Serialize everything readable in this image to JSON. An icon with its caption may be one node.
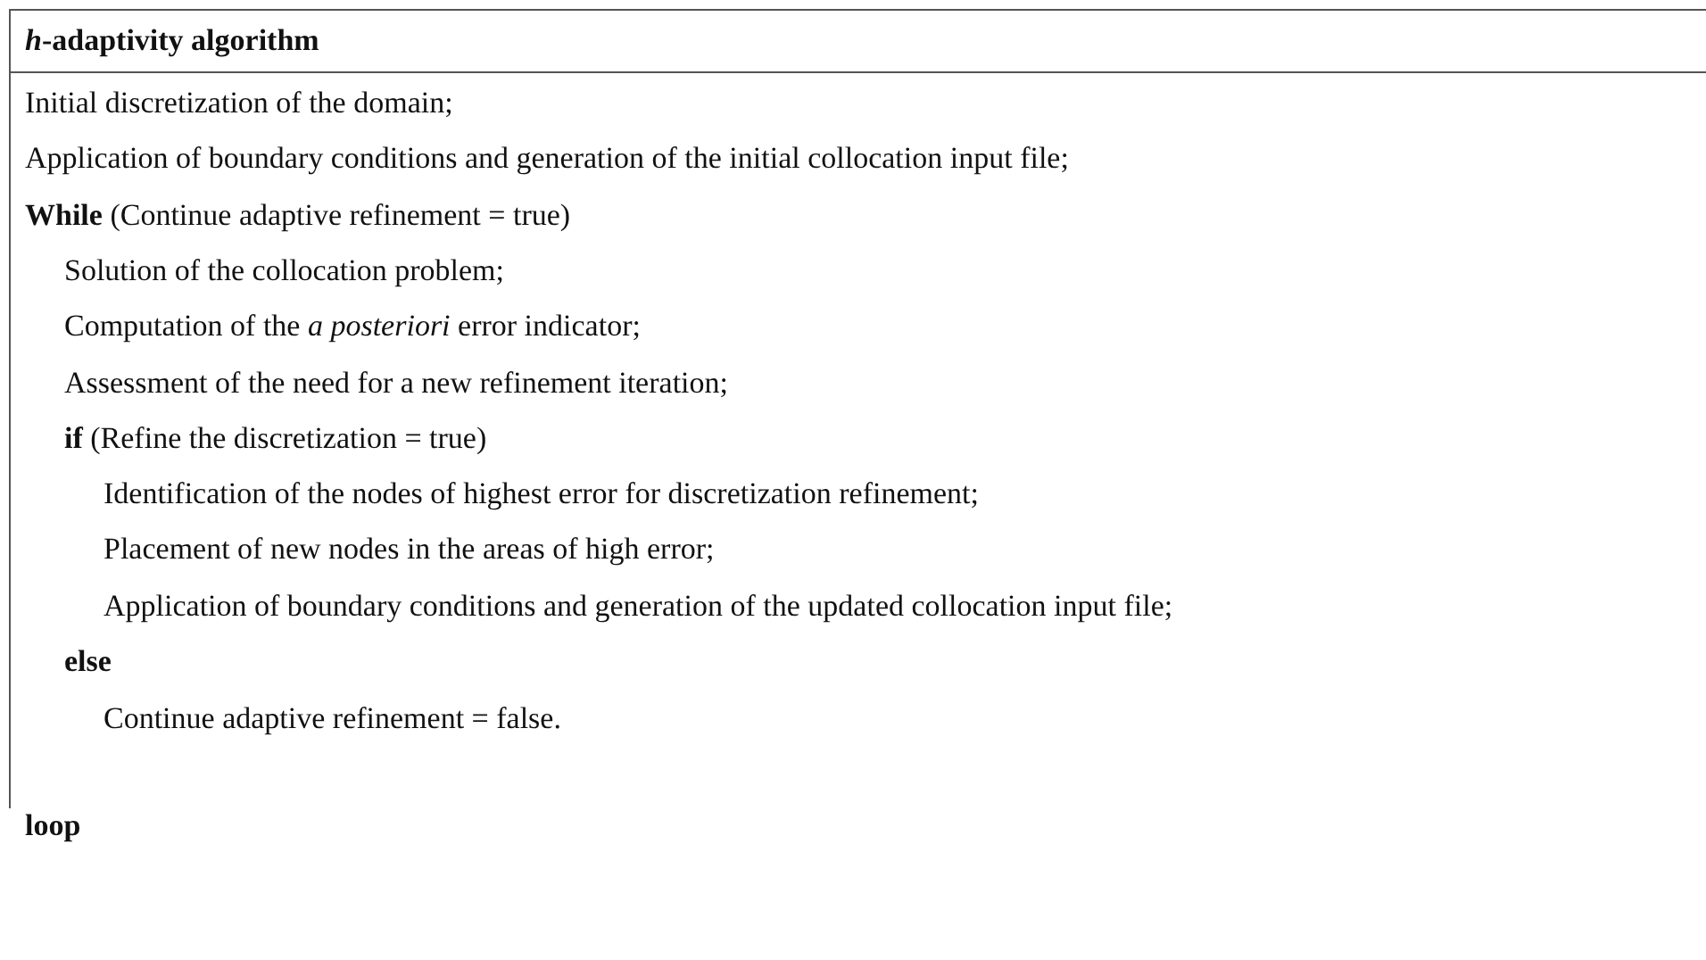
{
  "diagram": {
    "title": "*h*-adaptivity algorithm",
    "labels": [
      "Initial discretization of the domain;",
      "Application of boundary conditions and generation of the initial collocation input file;",
      "**While** (Continue adaptive refinement = true)",
      "Solution of the collocation problem;",
      "Computation of the *a posteriori* error indicator;",
      "Assessment of the need for a new refinement iteration;",
      "**if** (Refine the discretization = true)",
      "Identification of the nodes of highest error for discretization refinement;",
      "Placement of new nodes in the areas of high error;",
      "Application of boundary conditions and generation of the updated collocation input file;",
      "else",
      "Continue adaptive refinement = false.",
      "loop"
    ]
  }
}
